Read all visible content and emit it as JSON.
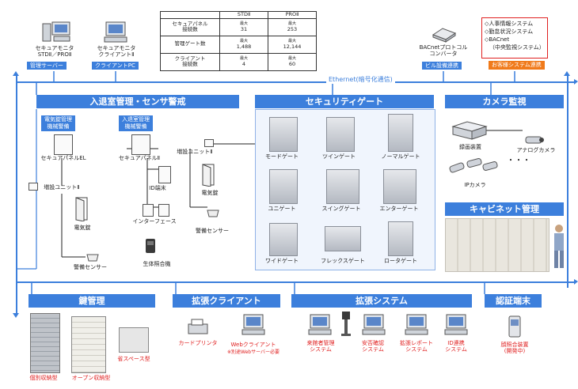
{
  "top": {
    "monitor_std_label_1": "セキュアモニタ",
    "monitor_std_label_2": "STDⅡ／PROⅡ",
    "server_tag": "管理サーバー",
    "monitor_client_label_1": "セキュアモニタ",
    "monitor_client_label_2": "クライアントⅡ",
    "client_tag": "クライアントPC",
    "bacnet_label_1": "BACnetプロトコル",
    "bacnet_label_2": "コンバータ",
    "bacnet_tag": "ビル設備連携",
    "customer_items": [
      "◇人事情報システム",
      "◇勤怠状況システム",
      "◇BACnet",
      "（中央監視システム）"
    ],
    "customer_tag": "お客様システム連携",
    "ethernet_label": "Ethernet(暗号化通信)"
  },
  "spec_table": {
    "headers": [
      "",
      "STDⅡ",
      "PROⅡ"
    ],
    "rows": [
      {
        "label": "セキュアパネル\n接続数",
        "std_note": "最大",
        "std": "31",
        "pro_note": "最大",
        "pro": "253"
      },
      {
        "label": "管理ゲート数",
        "std_note": "最大",
        "std": "1,488",
        "pro_note": "最大",
        "pro": "12,144"
      },
      {
        "label": "クライアント\n接続数",
        "std_note": "最大",
        "std": "4",
        "pro_note": "最大",
        "pro": "60"
      }
    ]
  },
  "entry": {
    "title": "入退室管理・センサ警戒",
    "tag_left": "電気錠管理\n機械警備",
    "tag_right": "入退室管理\n機械警備",
    "panel_el": "セキュアパネルEL",
    "panel_ii": "セキュアパネルⅡ",
    "expansion_top": "増設ユニットⅡ",
    "expansion_left": "増設ユニットⅡ",
    "lock_top": "電気錠",
    "lock_left": "電気錠",
    "id_terminal": "ID端末",
    "ink_face": "インターフェース",
    "sensor_left": "警備センサー",
    "sensor_right": "警備センサー",
    "bio": "生体照合機"
  },
  "gates": {
    "title": "セキュリティゲート",
    "items": [
      "モードゲート",
      "ツインゲート",
      "ノーマルゲート",
      "ユニゲート",
      "スイングゲート",
      "エンターゲート",
      "ワイドゲート",
      "フレックスゲート",
      "ロータゲート"
    ]
  },
  "camera": {
    "title": "カメラ監視",
    "recorder": "録画装置",
    "analog": "アナログカメラ",
    "ip": "IPカメラ",
    "dots": "・・・"
  },
  "cabinet": {
    "title": "キャビネット管理"
  },
  "key": {
    "title": "鍵管理",
    "items": [
      "個別収納型",
      "オープン収納型",
      "省スペース型"
    ]
  },
  "ext_client": {
    "title": "拡張クライアント",
    "card_printer": "カードプリンタ",
    "web_client": "Webクライアント",
    "web_note": "※別途Webサーバー必要"
  },
  "ext_system": {
    "title": "拡張システム",
    "items": [
      "来館者管理\nシステム",
      "安否確認\nシステム",
      "拡張レポート\nシステム",
      "ID連携\nシステム"
    ]
  },
  "auth": {
    "title": "認証端末",
    "device": "顔照合装置\n(開発中)"
  },
  "colors": {
    "accent": "#3c7fdc",
    "orange": "#f07a1a",
    "red": "#e02020"
  }
}
